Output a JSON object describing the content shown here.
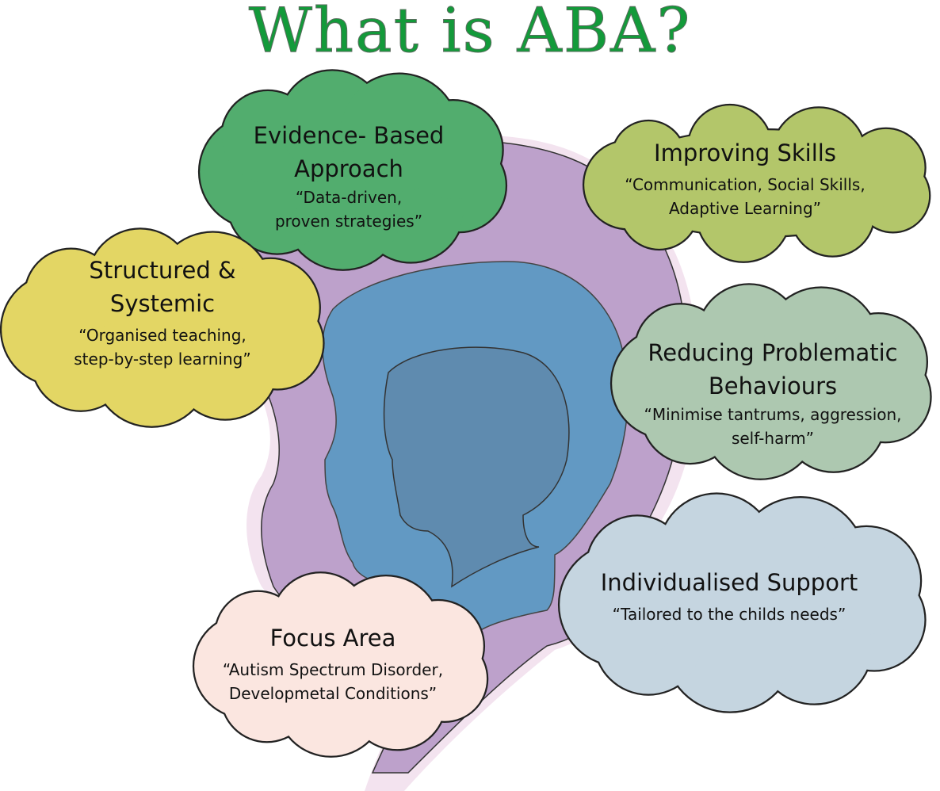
{
  "title": "What is ABA?",
  "colors": {
    "title": "#139a3a",
    "head_outer": "#bda1cb",
    "head_middle": "#6299c3",
    "head_inner": "#5f8baf",
    "head_shadow": "#f3e3ef"
  },
  "clouds": [
    {
      "id": "evidence",
      "title": "Evidence- Based Approach",
      "quote": "“Data-driven, proven strategies”",
      "color": "#52ad6e"
    },
    {
      "id": "skills",
      "title": "Improving Skills",
      "quote": "“Communication, Social Skills, Adaptive Learning”",
      "color": "#b3c66a"
    },
    {
      "id": "structured",
      "title": "Structured & Systemic",
      "quote": "“Organised teaching, step-by-step learning”",
      "color": "#e3d664"
    },
    {
      "id": "reducing",
      "title": "Reducing Problematic Behaviours",
      "quote": "“Minimise tantrums, aggression, self-harm”",
      "color": "#adc8b0"
    },
    {
      "id": "individual",
      "title": "Individualised Support",
      "quote": "“Tailored to the childs needs”",
      "color": "#c5d5e0"
    },
    {
      "id": "focus",
      "title": "Focus Area",
      "quote": "“Autism Spectrum Disorder, Developmetal Conditions”",
      "color": "#fbe6e0"
    }
  ]
}
